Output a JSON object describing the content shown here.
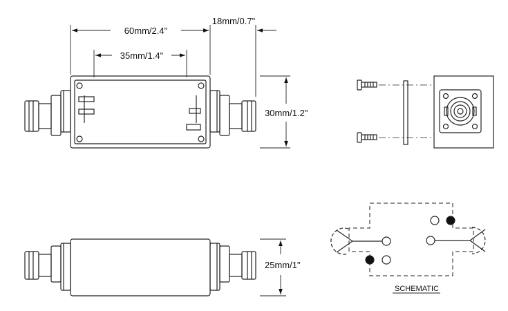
{
  "dimensions": {
    "width_60mm": "60mm/2.4\"",
    "width_35mm": "35mm/1.4\"",
    "conn_18mm": "18mm/0.7\"",
    "height_30mm": "30mm/1.2\"",
    "height_25mm": "25mm/1\""
  },
  "schematic": {
    "label": "SCHEMATIC"
  }
}
